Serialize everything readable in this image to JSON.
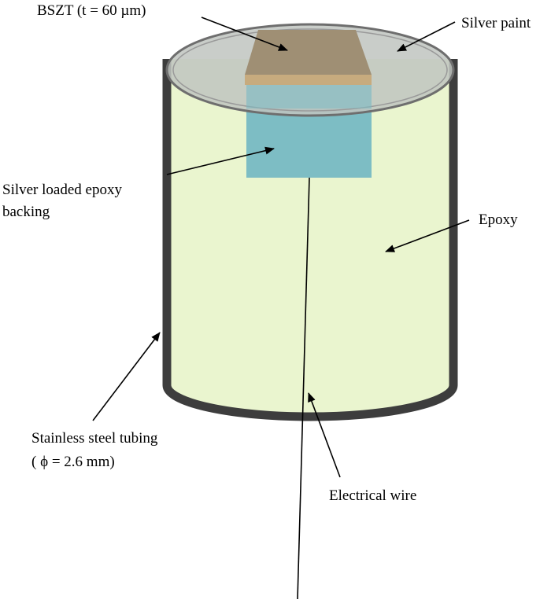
{
  "labels": {
    "bszt": "BSZT (t = 60 µm)",
    "silver_paint": "Silver paint",
    "backing_line1": "Silver loaded epoxy",
    "backing_line2": "backing",
    "epoxy": "Epoxy",
    "tubing_line1": "Stainless steel tubing",
    "tubing_line2": "( ϕ = 2.6 mm)",
    "wire": "Electrical wire"
  },
  "colors": {
    "epoxy_fill": "#eaf5cf",
    "tube_wall": "#3d3d3d",
    "silver_paint": "#bfc4bf",
    "bszt_top": "#9f8f74",
    "bszt_side": "#c7ab7e",
    "backing": "#7dbdc4",
    "line": "#000000"
  }
}
